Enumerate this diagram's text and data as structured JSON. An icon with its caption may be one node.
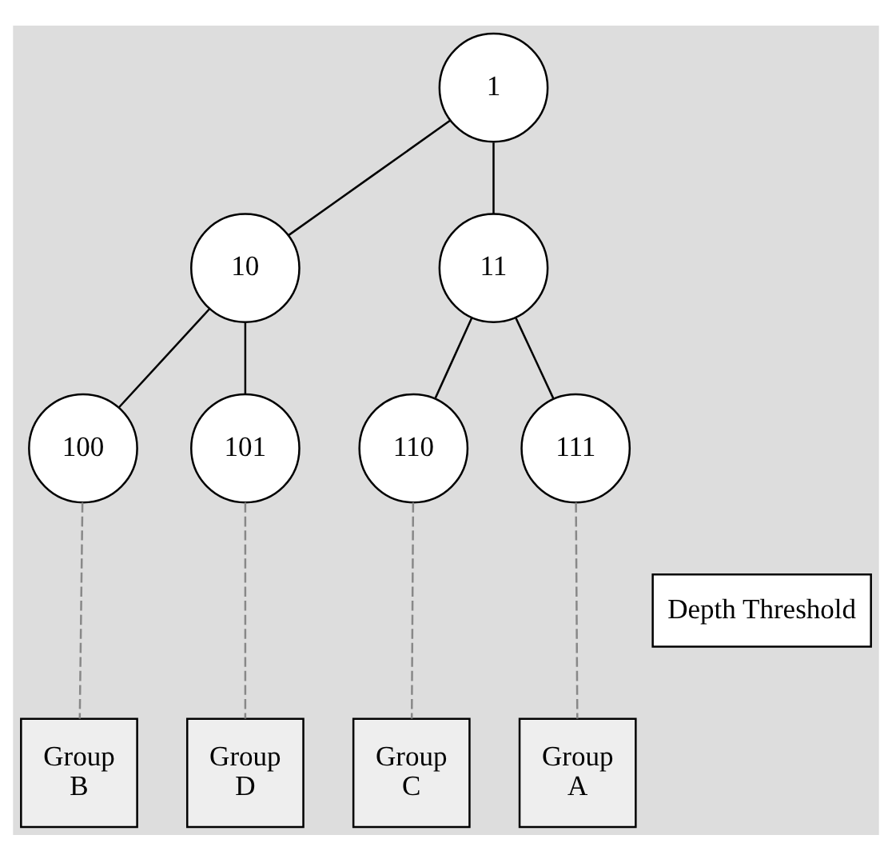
{
  "diagram": {
    "nodes": [
      {
        "text": [
          "1"
        ]
      },
      {
        "text": [
          "10"
        ]
      },
      {
        "text": [
          "11"
        ]
      },
      {
        "text": [
          "100"
        ]
      },
      {
        "text": [
          "101"
        ]
      },
      {
        "text": [
          "110"
        ]
      },
      {
        "text": [
          "111"
        ]
      },
      {
        "text": [
          "Depth Threshold"
        ]
      },
      {
        "text": [
          "Group B"
        ]
      },
      {
        "text": [
          "Group D"
        ]
      },
      {
        "text": [
          "Group C"
        ]
      },
      {
        "text": [
          "Group A"
        ]
      }
    ],
    "edges": [
      {
        "from": 0,
        "to": 1,
        "arrow": "none"
      },
      {
        "from": 0,
        "to": 2,
        "arrow": "none"
      },
      {
        "from": 1,
        "to": 3,
        "arrow": "none"
      },
      {
        "from": 1,
        "to": 4,
        "arrow": "none"
      },
      {
        "from": 2,
        "to": 5,
        "arrow": "none"
      },
      {
        "from": 2,
        "to": 6,
        "arrow": "none"
      },
      {
        "from": 3,
        "to": 8,
        "arrow": "none",
        "style": "dashed",
        "color": "#888888"
      },
      {
        "from": 4,
        "to": 9,
        "arrow": "none",
        "style": "dashed",
        "color": "#888888"
      },
      {
        "from": 5,
        "to": 10,
        "arrow": "none",
        "style": "dashed",
        "color": "#888888"
      },
      {
        "from": 6,
        "to": 11,
        "arrow": "none",
        "style": "dashed",
        "color": "#888888"
      }
    ]
  }
}
